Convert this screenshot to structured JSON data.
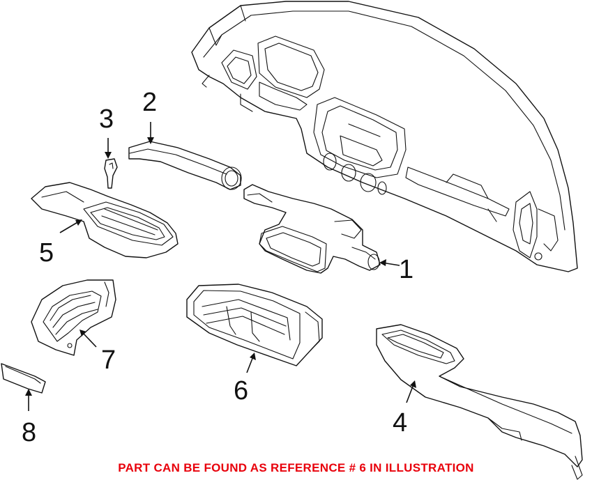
{
  "callouts": [
    {
      "number": "1",
      "part": "center-duct-assembly"
    },
    {
      "number": "2",
      "part": "upper-air-duct"
    },
    {
      "number": "3",
      "part": "clip"
    },
    {
      "number": "4",
      "part": "right-side-duct"
    },
    {
      "number": "5",
      "part": "left-side-vent-duct"
    },
    {
      "number": "6",
      "part": "center-air-vent"
    },
    {
      "number": "7",
      "part": "left-outer-air-vent"
    },
    {
      "number": "8",
      "part": "trim-cover"
    }
  ],
  "footer": {
    "text": "PART CAN BE FOUND AS REFERENCE # 6 IN ILLUSTRATION",
    "color": "#e8000b"
  },
  "colors": {
    "line": "#111111",
    "background": "#ffffff"
  }
}
